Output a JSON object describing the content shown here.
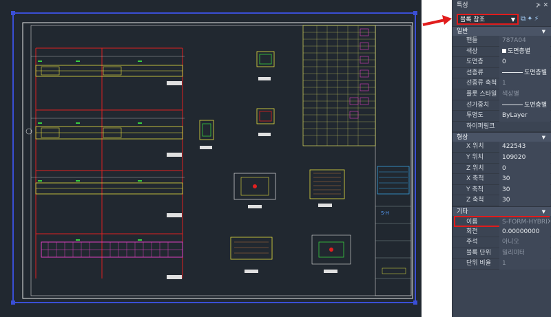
{
  "panel": {
    "title": "특성",
    "title_icons": "⊁ ✕",
    "selector": {
      "value": "블록 참조",
      "dropdown": "▼"
    },
    "selector_icons": "⧉✦⚡",
    "sections": [
      {
        "id": "general",
        "label": "일반",
        "rows": [
          {
            "key": "핸들",
            "value": "787A04",
            "dim": true
          },
          {
            "key": "색상",
            "value": "도면층별",
            "swatch": true
          },
          {
            "key": "도면층",
            "value": "0"
          },
          {
            "key": "선종류",
            "value": "도면층별",
            "line": true
          },
          {
            "key": "선종류 축척",
            "value": "1",
            "dim": true
          },
          {
            "key": "플롯 스타일",
            "value": "색상별",
            "dim": true
          },
          {
            "key": "선가중치",
            "value": "도면층별",
            "line": true
          },
          {
            "key": "투명도",
            "value": "ByLayer"
          },
          {
            "key": "하이퍼링크",
            "value": ""
          }
        ]
      },
      {
        "id": "geometry",
        "label": "형상",
        "rows": [
          {
            "key": "X 위치",
            "value": "422543"
          },
          {
            "key": "Y 위치",
            "value": "109020"
          },
          {
            "key": "Z 위치",
            "value": "0"
          },
          {
            "key": "X 축척",
            "value": "30"
          },
          {
            "key": "Y 축척",
            "value": "30"
          },
          {
            "key": "Z 축척",
            "value": "30"
          }
        ]
      },
      {
        "id": "misc",
        "label": "기타",
        "rows": [
          {
            "key": "이름",
            "value": "S-FORM-HYBRIX",
            "dim": true,
            "highlight": true
          },
          {
            "key": "회전",
            "value": "0.00000000"
          },
          {
            "key": "주석",
            "value": "아니오",
            "dim": true
          },
          {
            "key": "블록 단위",
            "value": "밀리미터",
            "dim": true
          },
          {
            "key": "단위 비율",
            "value": "1",
            "dim": true
          }
        ]
      }
    ]
  },
  "colors": {
    "canvas_bg": "#212830",
    "selection_blue": "#3a4fd6",
    "highlight_red": "#e11c1c",
    "drawing_yellow": "#e8e040",
    "drawing_green": "#38d040",
    "drawing_red": "#e02020",
    "drawing_magenta": "#e040c0"
  }
}
